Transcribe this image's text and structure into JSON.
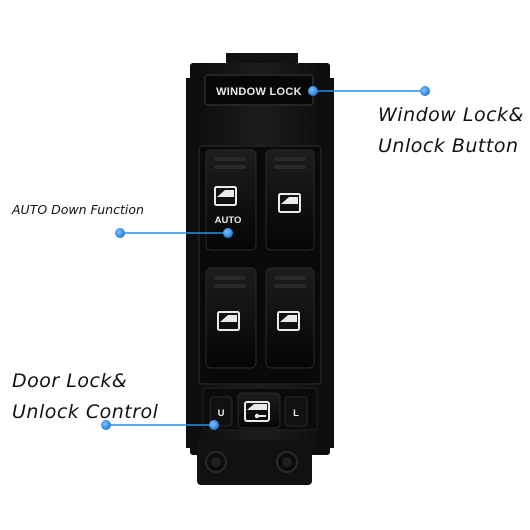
{
  "callouts": {
    "window_lock": {
      "line1": "Window Lock&",
      "line2": "Unlock Button"
    },
    "auto_down": {
      "text": "AUTO Down Function"
    },
    "door_lock": {
      "line1": "Door Lock&",
      "line2": "Unlock Control"
    }
  },
  "panel": {
    "window_lock_label": "WINDOW LOCK",
    "auto_label": "AUTO",
    "unlock_label": "U",
    "lock_label": "L"
  },
  "colors": {
    "callout_line": "#2a8fe0",
    "callout_dot": "#1e7ad6",
    "housing": "#141414",
    "switch": "#0a0a0a"
  }
}
